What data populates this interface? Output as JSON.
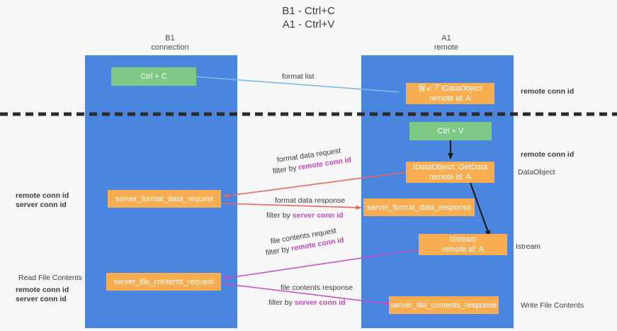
{
  "title": {
    "line1": "B1 - Ctrl+C",
    "line2": "A1 - Ctrl+V"
  },
  "columns": [
    {
      "name": "B1",
      "sub": "connection"
    },
    {
      "name": "A1",
      "sub": "remote"
    }
  ],
  "boxes": {
    "ctrl_c": "Ctrl + C",
    "ctrl_v": "Ctrl + V",
    "idataobject_title": "IDataObject",
    "idataobject_prefix": "保↙丆",
    "idataobject_sub": "remote id: A",
    "getdata_title": "IDataObject::GetData",
    "getdata_sub": "remote id: A",
    "istream_title": "IStream",
    "istream_sub": "remote id: A",
    "server_format_data_request": "server_format_data_request",
    "server_format_data_response": "server_format_data_response",
    "server_file_contents_request": "server_file_contents_request",
    "server_file_contents_response": "server_file_contents_response"
  },
  "edge_labels": {
    "format_list": "format list",
    "format_data_request": "format data request",
    "format_data_request_filter_prefix": "filter by ",
    "format_data_request_filter_key": "remote conn id",
    "format_data_response": "format data response",
    "format_data_response_filter_prefix": "filter by ",
    "format_data_response_filter_key": "server conn id",
    "file_contents_request": "file contents request",
    "file_contents_request_filter_prefix": "filter by ",
    "file_contents_request_filter_key": "remote conn id",
    "file_contents_response": "file contents response",
    "file_contents_response_filter_prefix": "filter by ",
    "file_contents_response_filter_key": "server conn id"
  },
  "annotations": {
    "right_remote_conn_id_top": "remote conn id",
    "right_remote_conn_id_mid": "remote conn id",
    "right_dataobject": "DataObject",
    "right_istream": "Istream",
    "right_write_file_contents": "Write File Contents",
    "left_remote_conn_id": "remote conn id",
    "left_server_conn_id": "server conn id",
    "left_read_file_contents": "Read File Contents",
    "left_remote_conn_id2": "remote conn id",
    "left_server_conn_id2": "server conn id"
  },
  "colors": {
    "lane": "#4a86e0",
    "green_box": "#7ec986",
    "orange_box": "#f9ad51",
    "purple": "#a24fc2",
    "magenta": "#c64ac0",
    "red_arrow": "#e8685a",
    "light_blue_arrow": "#7db9e8",
    "divider": "#2b2b2b",
    "background": "#f7f7f7"
  }
}
